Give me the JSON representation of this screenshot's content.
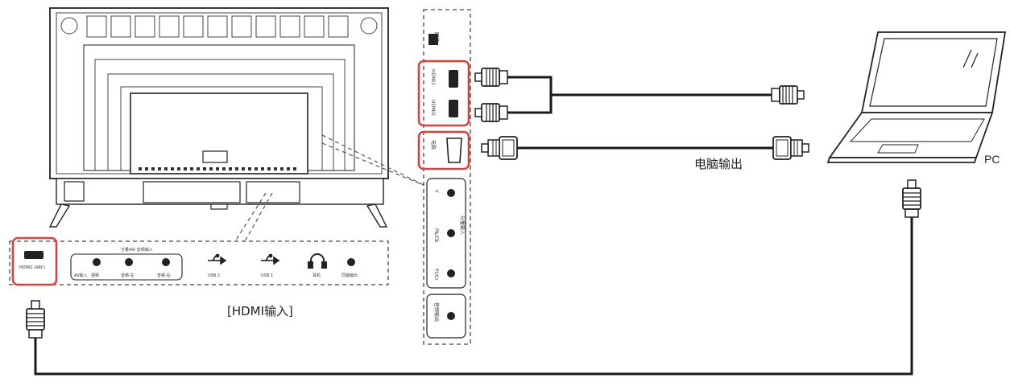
{
  "labels": {
    "pc": "PC",
    "pc_output": "电脑输出",
    "hdmi_input": "[HDMI输入]"
  },
  "side_panel": {
    "ports": [
      "网络",
      "HDMI1",
      "HDMI2",
      "电脑",
      "Y",
      "Pb/Cb",
      "Pr/Cr",
      "音频输出"
    ],
    "group_label": "分量输入"
  },
  "bottom_panel": {
    "ports": [
      "HDMI2 (ARC)",
      "AV输入",
      "视频",
      "音频-左",
      "音频-右",
      "USB 2",
      "USB 1",
      "耳机",
      "同轴输出"
    ],
    "group_label": "分量/AV 音频输入"
  },
  "colors": {
    "highlight": "#d64541",
    "line": "#1a1a1a",
    "dash": "#555555"
  },
  "icons": [
    "tv-back",
    "hdmi-port",
    "vga-port",
    "usb-icon",
    "headphone-icon",
    "laptop-icon",
    "hdmi-plug",
    "vga-plug"
  ]
}
